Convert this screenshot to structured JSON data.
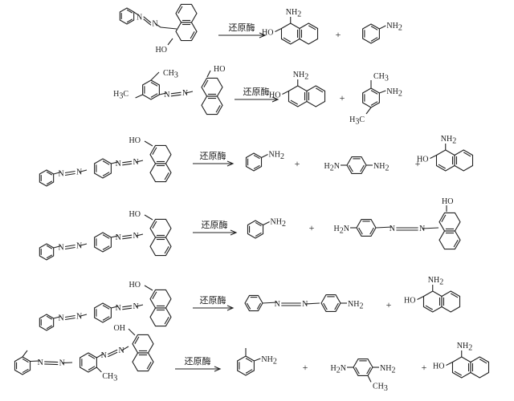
{
  "reagent": "还原酶",
  "plus": "+",
  "labels": {
    "OH": "OH",
    "HO": "HO",
    "NH2": "NH2",
    "H2N": "H2N",
    "H3C": "H3C",
    "CH3": "CH3",
    "N": "N"
  },
  "reactions": [
    {
      "reactant": "1-(phenylazo)-2-naphthol",
      "products": [
        "1-amino-2-naphthol",
        "aniline"
      ]
    },
    {
      "reactant": "2,4-dimethylphenylazo naphthol",
      "products": [
        "1-amino-2-naphthol",
        "2,4-dimethylaniline"
      ]
    },
    {
      "reactant": "bis-azo dye (Sudan III type)",
      "products": [
        "aniline",
        "p-phenylenediamine",
        "1-amino-2-naphthol"
      ]
    },
    {
      "reactant": "bis-azo dye (Sudan III type)",
      "products": [
        "aniline",
        "4-aminophenylazo-2-naphthol"
      ]
    },
    {
      "reactant": "bis-azo dye (Sudan III type)",
      "products": [
        "4-aminoazobenzene",
        "1-amino-2-naphthol"
      ]
    },
    {
      "reactant": "bis-azo dye (Sudan IV type)",
      "products": [
        "o-toluidine",
        "2-methyl-p-phenylenediamine",
        "1-amino-2-naphthol"
      ]
    }
  ]
}
